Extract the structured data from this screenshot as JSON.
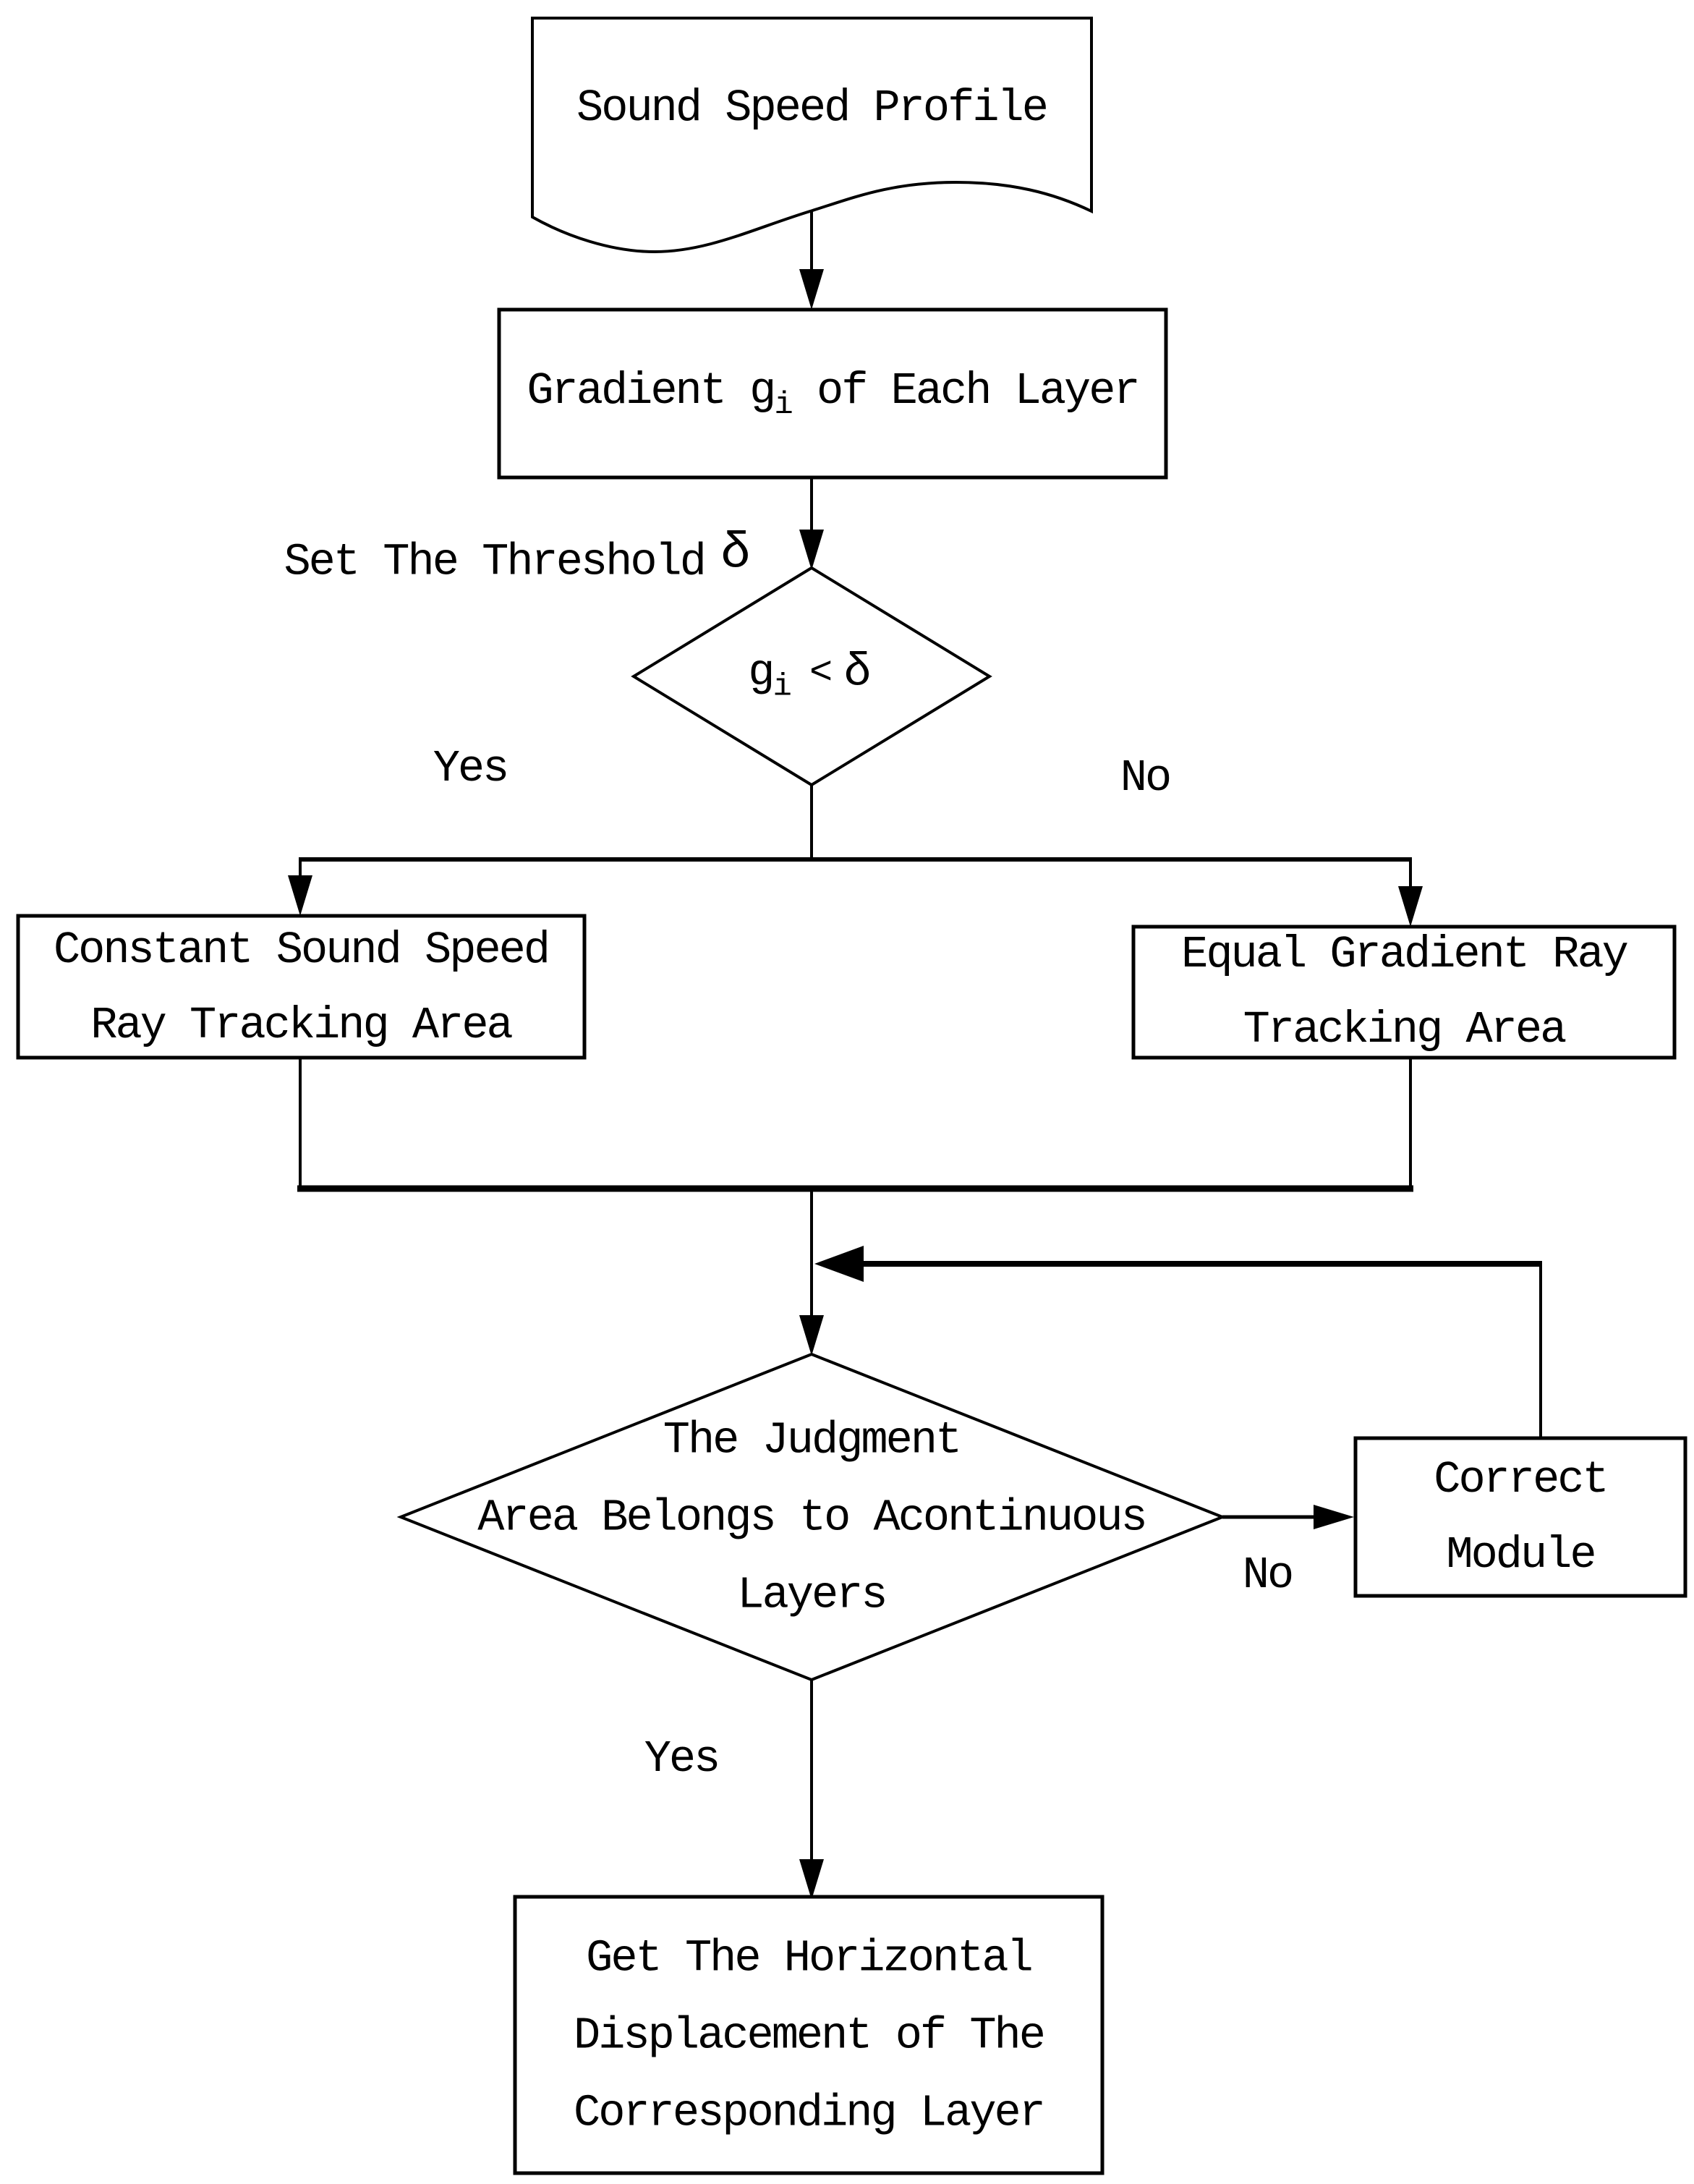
{
  "meta": {
    "background_color": "#ffffff",
    "line_color": "#000000",
    "text_color": "#000000"
  },
  "nodes": {
    "start": {
      "label": "Sound Speed Profile"
    },
    "gradient": {
      "prefix": "Gradient g",
      "subscript": "i",
      "suffix": " of Each Layer"
    },
    "decision1": {
      "variable": "g",
      "subscript": "i",
      "operator": "<",
      "threshold_symbol": "δ"
    },
    "constant": {
      "line1": "Constant Sound Speed",
      "line2": "Ray Tracking Area"
    },
    "equal": {
      "line1": "Equal Gradient Ray",
      "line2": "Tracking Area"
    },
    "decision2": {
      "line1": "The Judgment",
      "line2": "Area Belongs to Acontinuous",
      "line3": "Layers"
    },
    "correct": {
      "line1": "Correct",
      "line2": "Module"
    },
    "result": {
      "line1": "Get The Horizontal",
      "line2": "Displacement of The",
      "line3": "Corresponding Layer"
    }
  },
  "annotations": {
    "threshold_text": "Set The Threshold",
    "threshold_symbol": "δ",
    "yes1": "Yes",
    "no1": "No",
    "yes2": "Yes",
    "no2": "No"
  }
}
